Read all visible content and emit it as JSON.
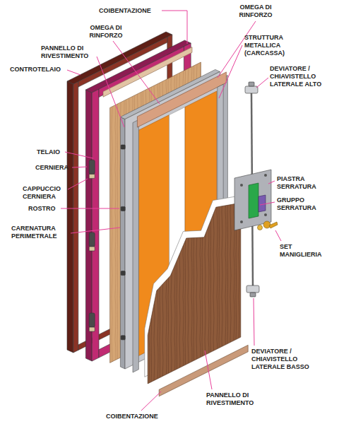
{
  "diagram": {
    "labels": [
      "COIBENTAZIONE",
      "OMEGA DI RINFORZO",
      "OMEGA DI RINFORZO",
      "PANNELLO DI RIVESTIMENTO",
      "STRUTTURA METALLICA (CARCASSA)",
      "CONTROTELAIO",
      "DEVIATORE / CHIAVISTELLO LATERALE ALTO",
      "TELAIO",
      "CERNIERA",
      "CAPPUCCIO CERNIERA",
      "ROSTRO",
      "CARENATURA PERIMETRALE",
      "PIASTRA SERRATURA",
      "GRUPPO SERRATURA",
      "SET MANIGLIERIA",
      "DEVIATORE / CHIAVISTELLO LATERALE BASSO",
      "PANNELLO DI RIVESTIMENTO",
      "COIBENTAZIONE"
    ]
  }
}
